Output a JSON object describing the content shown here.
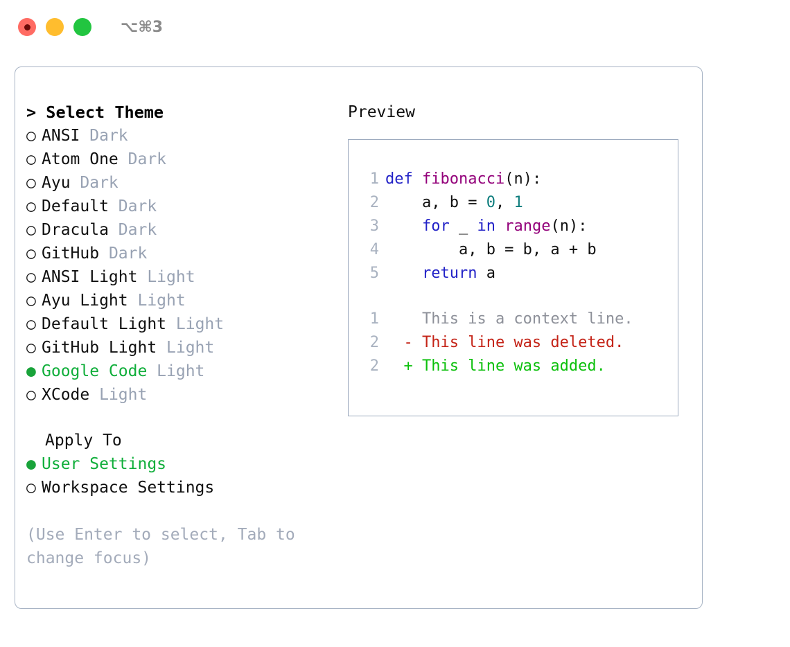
{
  "titlebar": {
    "shortcut": "⌥⌘3",
    "buttons": {
      "close": "close",
      "minimize": "minimize",
      "maximize": "maximize"
    }
  },
  "left": {
    "header": "> Select Theme",
    "themes": [
      {
        "marker": "○",
        "name": "ANSI",
        "kind": "Dark",
        "selected": false
      },
      {
        "marker": "○",
        "name": "Atom One",
        "kind": "Dark",
        "selected": false
      },
      {
        "marker": "○",
        "name": "Ayu",
        "kind": "Dark",
        "selected": false
      },
      {
        "marker": "○",
        "name": "Default",
        "kind": "Dark",
        "selected": false
      },
      {
        "marker": "○",
        "name": "Dracula",
        "kind": "Dark",
        "selected": false
      },
      {
        "marker": "○",
        "name": "GitHub",
        "kind": "Dark",
        "selected": false
      },
      {
        "marker": "○",
        "name": "ANSI Light",
        "kind": "Light",
        "selected": false
      },
      {
        "marker": "○",
        "name": "Ayu Light",
        "kind": "Light",
        "selected": false
      },
      {
        "marker": "○",
        "name": "Default Light",
        "kind": "Light",
        "selected": false
      },
      {
        "marker": "○",
        "name": "GitHub Light",
        "kind": "Light",
        "selected": false
      },
      {
        "marker": "●",
        "name": "Google Code",
        "kind": "Light",
        "selected": true
      },
      {
        "marker": "○",
        "name": "XCode",
        "kind": "Light",
        "selected": false
      }
    ],
    "apply_to_label": "Apply To",
    "apply_to": [
      {
        "marker": "●",
        "name": "User Settings",
        "selected": true
      },
      {
        "marker": "○",
        "name": "Workspace Settings",
        "selected": false
      }
    ],
    "help_line1": "(Use Enter to select, Tab to",
    "help_line2": "change focus)"
  },
  "right": {
    "preview_title": "Preview",
    "code": [
      {
        "num": "1",
        "tokens": [
          {
            "t": "def ",
            "c": "kw"
          },
          {
            "t": "fibonacci",
            "c": "fn"
          },
          {
            "t": "(n):",
            "c": "pl"
          }
        ]
      },
      {
        "num": "2",
        "tokens": [
          {
            "t": "    a, b = ",
            "c": "pl"
          },
          {
            "t": "0",
            "c": "num"
          },
          {
            "t": ", ",
            "c": "pl"
          },
          {
            "t": "1",
            "c": "num"
          }
        ]
      },
      {
        "num": "3",
        "tokens": [
          {
            "t": "    ",
            "c": "pl"
          },
          {
            "t": "for",
            "c": "kw"
          },
          {
            "t": " _ ",
            "c": "pl"
          },
          {
            "t": "in",
            "c": "kw"
          },
          {
            "t": " ",
            "c": "pl"
          },
          {
            "t": "range",
            "c": "fn"
          },
          {
            "t": "(n):",
            "c": "pl"
          }
        ]
      },
      {
        "num": "4",
        "tokens": [
          {
            "t": "        a, b = b, a + b",
            "c": "pl"
          }
        ]
      },
      {
        "num": "5",
        "tokens": [
          {
            "t": "    ",
            "c": "pl"
          },
          {
            "t": "return",
            "c": "kw"
          },
          {
            "t": " a",
            "c": "pl"
          }
        ]
      }
    ],
    "diff": [
      {
        "num": "1",
        "sign": " ",
        "text": " This is a context line.",
        "kind": "ctx"
      },
      {
        "num": "2",
        "sign": "-",
        "text": " This line was deleted.",
        "kind": "del"
      },
      {
        "num": "2",
        "sign": "+",
        "text": " This line was added.",
        "kind": "add"
      }
    ]
  },
  "colors": {
    "accent_green": "#0fae3a",
    "muted": "#98a2b3",
    "keyword": "#2222c7",
    "function": "#93007a",
    "number": "#0d7d7d",
    "diff_context": "#8d9099",
    "diff_deleted": "#c42317",
    "diff_added": "#0cc00c",
    "border": "#a7b3c4"
  }
}
